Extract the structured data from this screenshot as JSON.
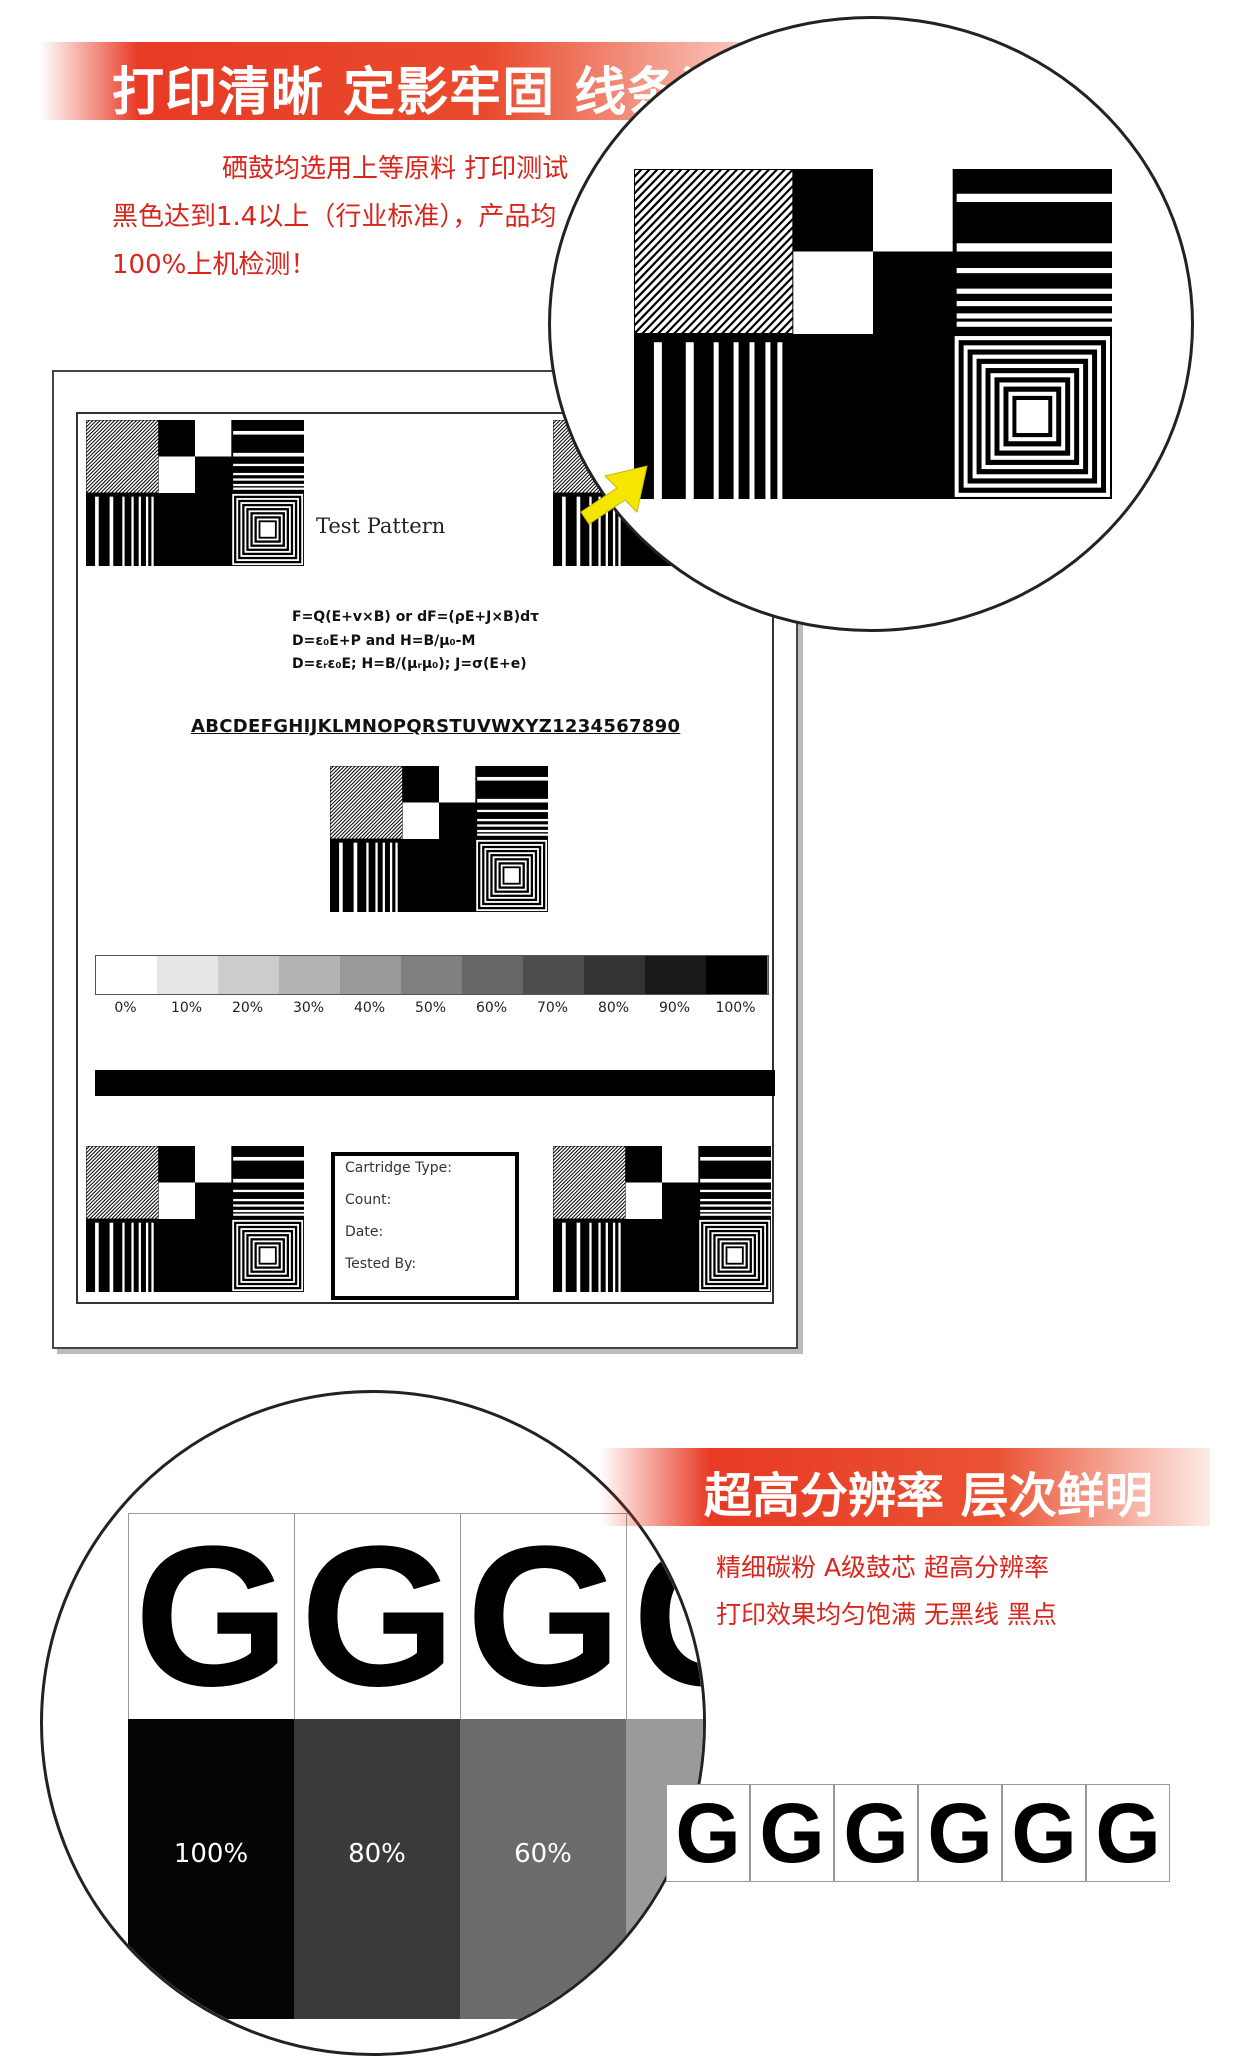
{
  "banner_top": {
    "title": "打印清晰 定影牢固 线条清淅"
  },
  "intro": {
    "line1": "硒鼓均选用上等原料 打印测试",
    "line2": "黑色达到1.4以上（行业标准），产品均",
    "line3": "100%上机检测！"
  },
  "test_page": {
    "title": "Test Pattern",
    "formulas": [
      "F=Q(E+v×B)    or    dF=(ρE+J×B)dτ",
      "D=ε₀E+P    and    H=B/μ₀-M",
      "D=εᵣε₀E;    H=B/(μᵣμ₀);    J=σ(E+e)"
    ],
    "alphabet": "ABCDEFGHIJKLMNOPQRSTUVWXYZ1234567890",
    "gray_scale": [
      "0%",
      "10%",
      "20%",
      "30%",
      "40%",
      "50%",
      "60%",
      "70%",
      "80%",
      "90%",
      "100%"
    ],
    "cartridge_box": {
      "type_label": "Cartridge Type:",
      "count_label": "Count:",
      "date_label": "Date:",
      "tested_by_label": "Tested By:"
    }
  },
  "banner_bottom": {
    "title": "超高分辨率 层次鲜明"
  },
  "features": {
    "line1": "精细碳粉 A级鼓芯 超高分辨率",
    "line2": "打印效果均匀饱满 无黑线 黑点"
  },
  "magnifier": {
    "letter": "G",
    "shades": [
      "100%",
      "80%",
      "60%"
    ]
  },
  "colors": {
    "accent_red": "#e83a25",
    "text_red": "#d9261c",
    "arrow_yellow": "#f4e600"
  }
}
